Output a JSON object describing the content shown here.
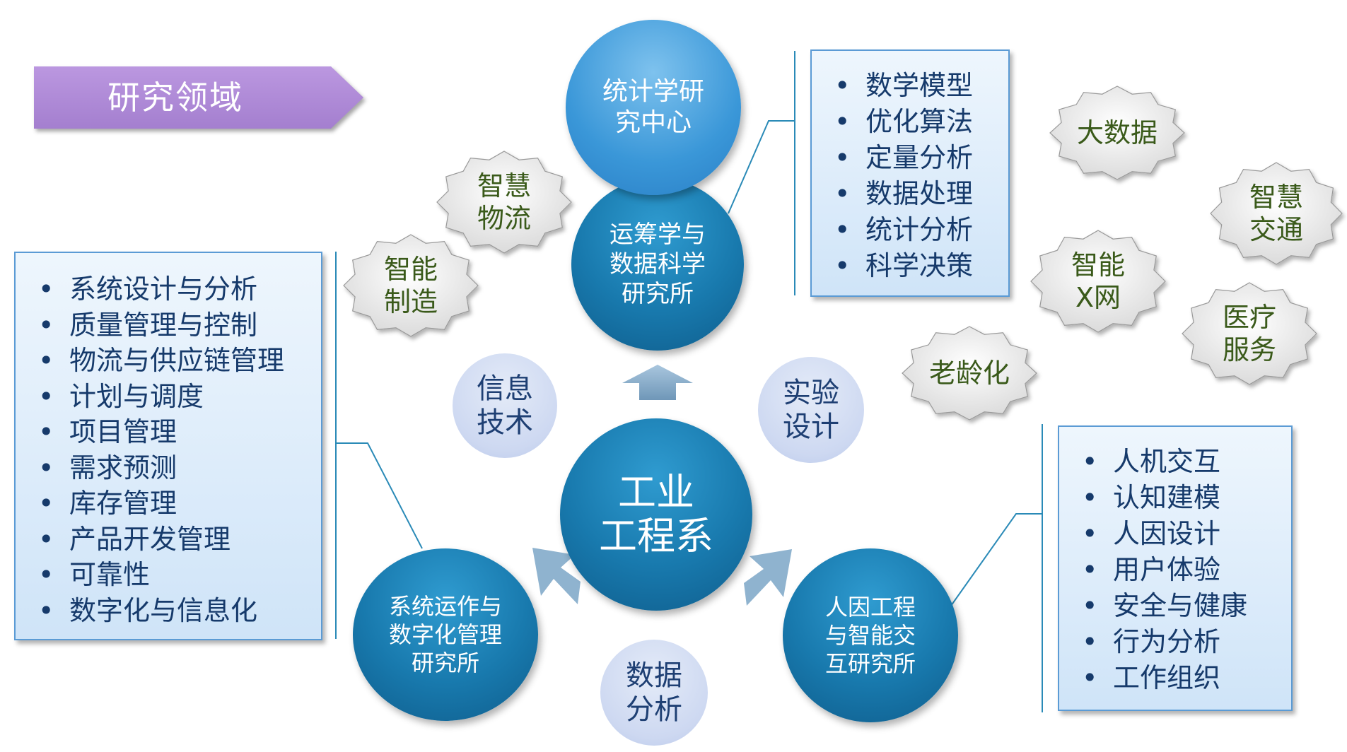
{
  "title": "研究领域",
  "center": "工业\n工程系",
  "units": {
    "top_center": "统计学研\n究中心",
    "operations": "运筹学与\n数据科学\n研究所",
    "systems": "系统运作与\n数字化管理\n研究所",
    "human_factors": "人因工程\n与智能交\n互研究所"
  },
  "support": {
    "info_tech": "信息\n技术",
    "experiment": "实验\n设计",
    "data_analysis": "数据\n分析"
  },
  "lists": {
    "operations": [
      "数学模型",
      "优化算法",
      "定量分析",
      "数据处理",
      "统计分析",
      "科学决策"
    ],
    "systems": [
      "系统设计与分析",
      "质量管理与控制",
      "物流与供应链管理",
      "计划与调度",
      "项目管理",
      "需求预测",
      "库存管理",
      "产品开发管理",
      "可靠性",
      "数字化与信息化"
    ],
    "human_factors": [
      "人机交互",
      "认知建模",
      "人因设计",
      "用户体验",
      "安全与健康",
      "行为分析",
      "工作组织"
    ]
  },
  "applications": {
    "smart_logistics": "智慧\n物流",
    "smart_manufacturing": "智能\n制造",
    "big_data": "大数据",
    "smart_transport": "智慧\n交通",
    "smart_x_network": "智能\nX网",
    "healthcare": "医疗\n服务",
    "aging": "老龄化"
  },
  "colors": {
    "banner": "#b08ad8",
    "unit_circle": "#1879ad",
    "stat_circle": "#3a97d8",
    "support_circle": "#cdd8f1",
    "list_text": "#163a6b",
    "badge_text": "#3a5a1a",
    "connector": "#2a8ab7",
    "arrow": "#8fb3cf"
  }
}
